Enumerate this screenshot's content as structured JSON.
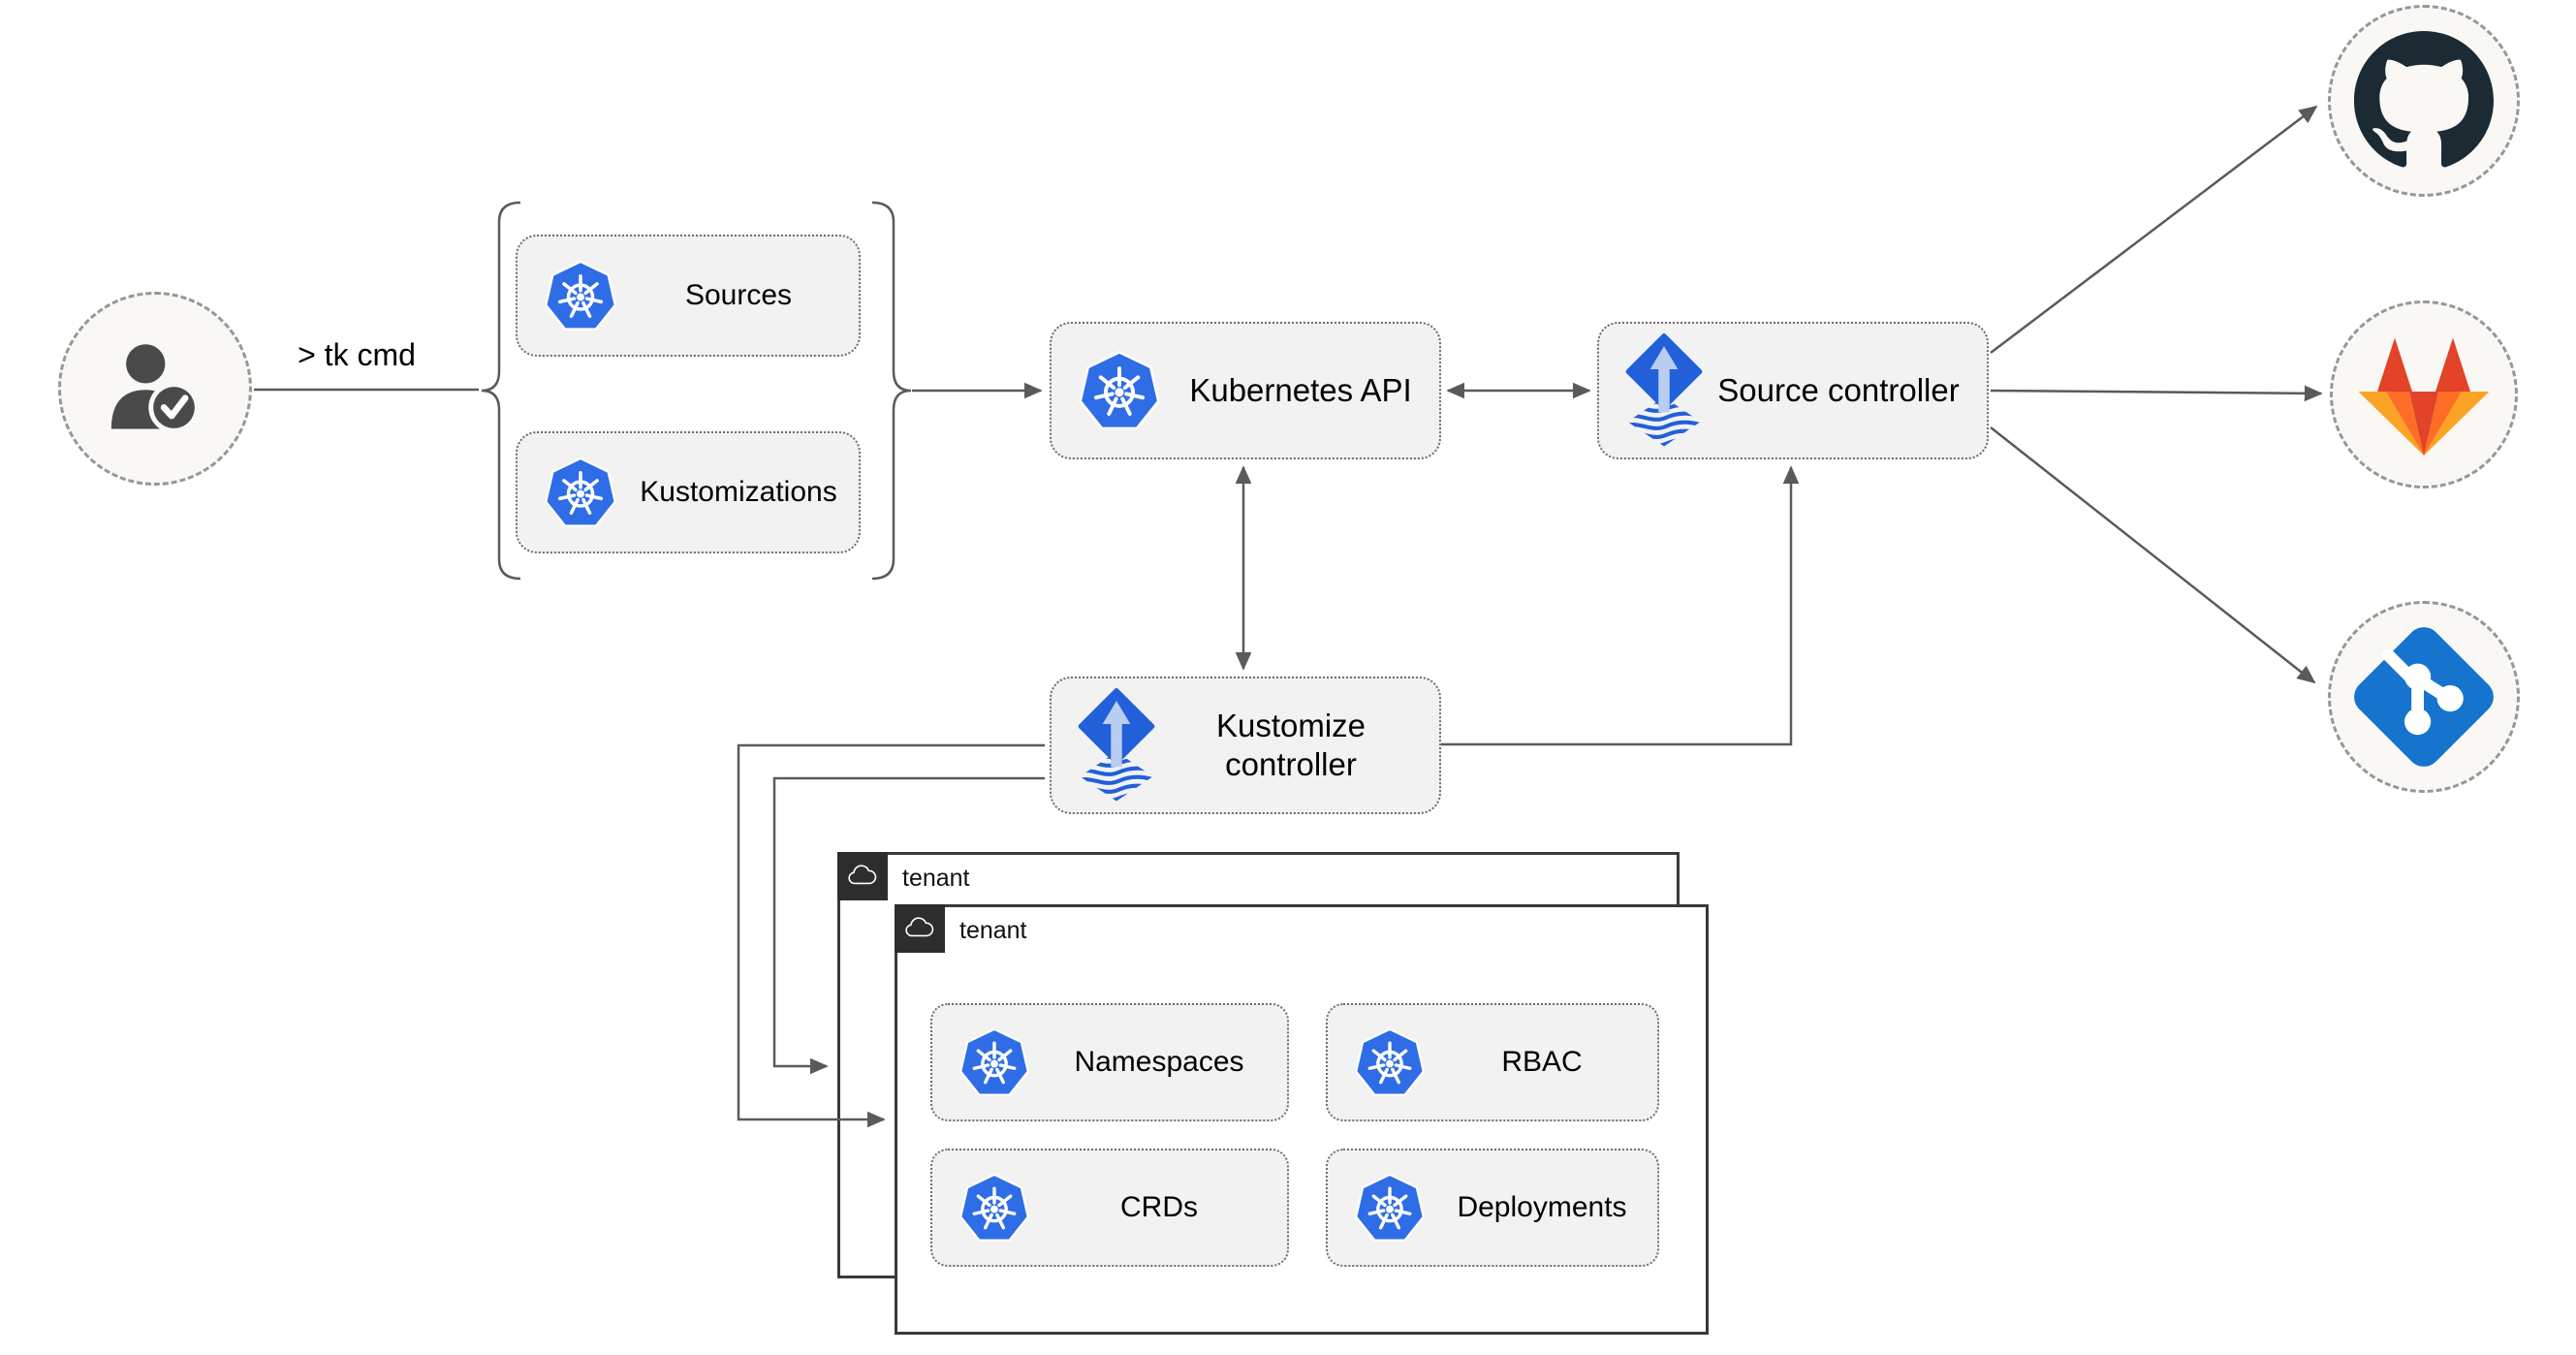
{
  "actor": {
    "command_label": "> tk cmd",
    "icon": "user-check-icon"
  },
  "cli_resources": {
    "items": [
      {
        "label": "Sources",
        "icon": "kubernetes-icon"
      },
      {
        "label": "Kustomizations",
        "icon": "kubernetes-icon"
      }
    ]
  },
  "cluster": {
    "kubernetes_api": {
      "label": "Kubernetes API",
      "icon": "kubernetes-icon"
    },
    "source_controller": {
      "label": "Source controller",
      "icon": "flux-icon"
    },
    "kustomize_controller": {
      "label": "Kustomize controller",
      "icon": "flux-icon"
    }
  },
  "git_providers": [
    {
      "name": "GitHub",
      "icon": "github-icon"
    },
    {
      "name": "GitLab",
      "icon": "gitlab-icon"
    },
    {
      "name": "Git",
      "icon": "git-icon"
    }
  ],
  "tenants": {
    "back": {
      "label": "tenant",
      "icon": "cloud-icon"
    },
    "front": {
      "label": "tenant",
      "icon": "cloud-icon"
    },
    "resources": [
      {
        "label": "Namespaces",
        "icon": "kubernetes-icon"
      },
      {
        "label": "RBAC",
        "icon": "kubernetes-icon"
      },
      {
        "label": "CRDs",
        "icon": "kubernetes-icon"
      },
      {
        "label": "Deployments",
        "icon": "kubernetes-icon"
      }
    ]
  },
  "colors": {
    "kubernetes_blue": "#2e6de5",
    "flux_blue": "#2160d8",
    "flux_arrow_light": "#b9cdf2",
    "github_dark": "#1b2a33",
    "gitlab_red": "#e24329",
    "gitlab_orange": "#fc6d26",
    "gitlab_light_orange": "#fca326",
    "git_blue": "#1673ce",
    "connector_gray": "#5a5a5a",
    "node_fill": "#f2f2f2",
    "node_border": "#6e6e6e",
    "tenant_border": "#3a3a3a",
    "tenant_badge": "#2d2d2d",
    "actor_gray": "#4a4a4a"
  }
}
